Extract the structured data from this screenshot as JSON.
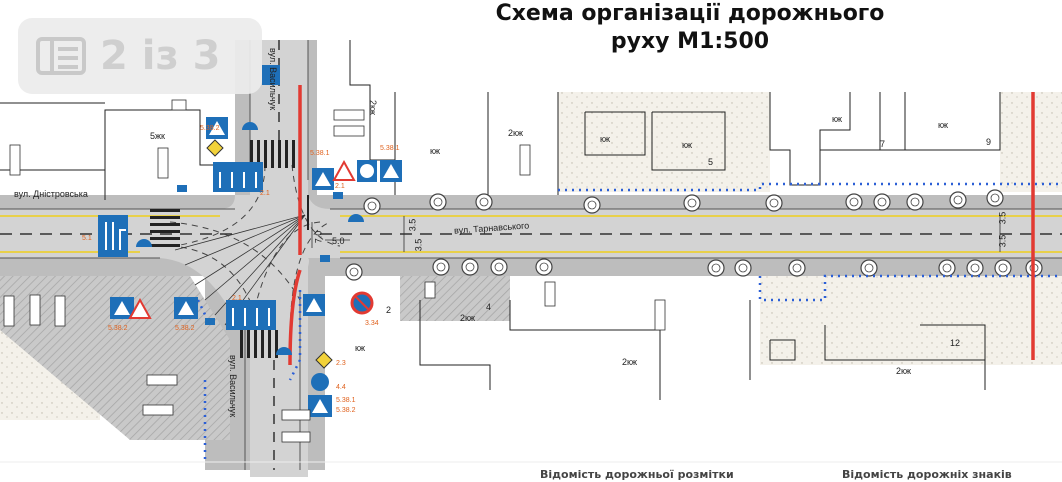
{
  "title": {
    "line1": "Схема організації дорожнього",
    "line2": "руху М1:500"
  },
  "pager": {
    "text": "2 із 3",
    "icon": "page-list-icon"
  },
  "streets": {
    "vasylchuk_top": "вул. Васильчук",
    "vasylchuk_bottom": "вул. Васильчук",
    "dnistrovska": "вул. Дністровська",
    "tarnavskoho": "вул. Тарнавського"
  },
  "buildings": [
    {
      "label": "5жк"
    },
    {
      "label": "2кж"
    },
    {
      "label": "кж"
    },
    {
      "label": "2кж"
    },
    {
      "label": "кж"
    },
    {
      "label": "кж"
    },
    {
      "label": "5"
    },
    {
      "label": "кж"
    },
    {
      "label": "7"
    },
    {
      "label": "кж"
    },
    {
      "label": "9"
    },
    {
      "label": "кж"
    },
    {
      "label": "2"
    },
    {
      "label": "4"
    },
    {
      "label": "2кж"
    },
    {
      "label": "2кж"
    },
    {
      "label": "12"
    },
    {
      "label": "2кж"
    }
  ],
  "dimensions": {
    "lane_a": "3.5",
    "lane_b": "3.5",
    "lane_c": "3.5",
    "lane_d": "3.5",
    "width": "5.0",
    "gap": "7.0"
  },
  "footer": {
    "markings": "Відомість дорожньої розмітки",
    "signs": "Відомість дорожніх знаків"
  },
  "colors": {
    "road": "#d3d3d3",
    "sidewalk": "#b8b8b8",
    "sign_blue": "#1e6fb8",
    "red_line": "#e23a32",
    "dots_blue": "#2b5fd6",
    "annot_orange": "#e0621e"
  }
}
